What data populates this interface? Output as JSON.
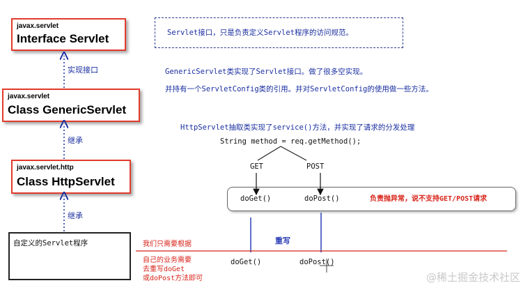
{
  "classes": {
    "servlet": {
      "package": "javax.servlet",
      "name": "Interface Servlet"
    },
    "generic": {
      "package": "javax.servlet",
      "name": "Class GenericServlet"
    },
    "http": {
      "package": "javax.servlet.http",
      "name": "Class HttpServlet"
    }
  },
  "arrows": {
    "implements_label": "实现接口",
    "extends_label_1": "继承",
    "extends_label_2": "继承"
  },
  "custom_box": {
    "label": "自定义的Servlet程序"
  },
  "notes": {
    "servlet_note": "Servlet接口，只是负责定义Servlet程序的访问规范。",
    "generic_note_1": "GenericServlet类实现了Servlet接口。做了很多空实现。",
    "generic_note_2": "并持有一个ServletConfig类的引用。并对ServletConfig的使用做一些方法。",
    "http_note": "HttpServlet抽取类实现了service()方法，并实现了请求的分发处理",
    "code_line": "String method = req.getMethod();",
    "get_label": "GET",
    "post_label": "POST",
    "doget_label": "doGet()",
    "dopost_label": "doPost()",
    "exception_note": "负责抛异常，说不支持GET/POST请求",
    "override_label": "重写",
    "only_need_label": "我们只需要根据",
    "own_business_1": "自己的业务需要",
    "own_business_2": "去重写doGet",
    "own_business_3": "或doPost方法即可",
    "doget_bottom": "doGet()",
    "dopost_bottom": "doPost()"
  },
  "watermark": "@稀土掘金技术社区",
  "colors": {
    "class_border": "#e23a2b",
    "note_blue": "#1a2fa0",
    "note_red": "#d8251b"
  }
}
